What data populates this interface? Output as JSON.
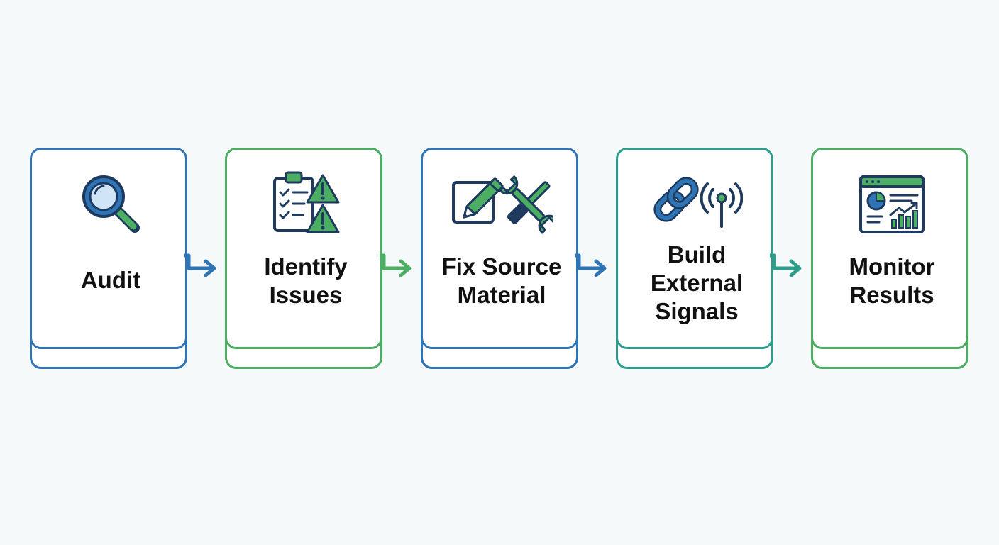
{
  "colors": {
    "blue": "#2f74b5",
    "green": "#4cae62",
    "teal": "#2e9e8c",
    "background": "#f5f9fa",
    "text": "#111111"
  },
  "steps": [
    {
      "label": "Audit",
      "icon": "magnifying-glass-icon",
      "color": "blue"
    },
    {
      "label": "Identify\nIssues",
      "icon": "checklist-warning-icon",
      "color": "green"
    },
    {
      "label": "Fix Source\nMaterial",
      "icon": "edit-tools-icon",
      "color": "blue"
    },
    {
      "label": "Build\nExternal\nSignals",
      "icon": "link-signal-icon",
      "color": "teal"
    },
    {
      "label": "Monitor\nResults",
      "icon": "dashboard-analytics-icon",
      "color": "green"
    }
  ]
}
